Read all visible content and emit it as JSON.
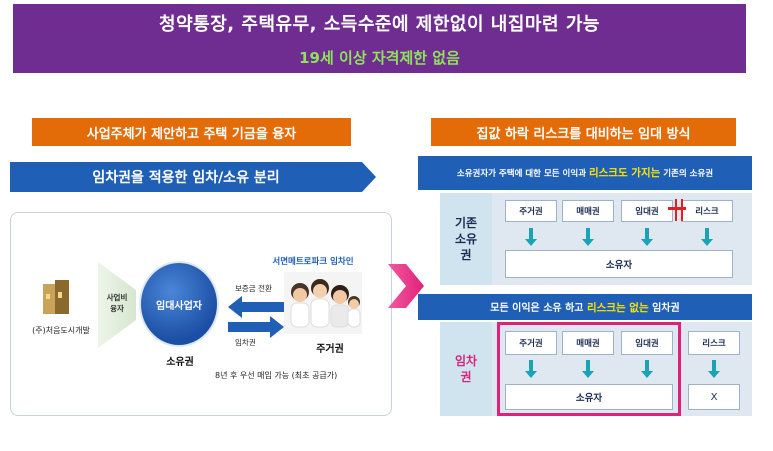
{
  "banner": {
    "title": "청약통장, 주택유무, 소득수준에 제한없이 내집마련 가능",
    "subtitle": "19세 이상 자격제한 없음"
  },
  "left": {
    "header": "사업주체가 제안하고 주택 기금을 융자",
    "subheader": "임차권을 적용한 임차/소유 분리",
    "company": "(주)처음도시개발",
    "funding": "사업비\n융자",
    "operator": "임대사업자",
    "owner": "소유권",
    "tenant_title": "서면메트로파크 임차인",
    "deposit_conversion": "보증금 전환",
    "rent_label": "임차권",
    "resident": "주거권",
    "note": "8년 후 우선 매입 가능 (최초 공급가)"
  },
  "right": {
    "header": "집값 하락 리스크를 대비하는 임대 방식",
    "top": {
      "desc_prefix": "소유권자가 주택에 대한 모든 이익과 ",
      "desc_highlight": "리스크도 가지는",
      "desc_suffix": " 기존의 소유권",
      "label": "기존\n소유\n권",
      "rights": [
        "주거권",
        "매매권",
        "임대권",
        "리스크"
      ],
      "owner": "소유자"
    },
    "bottom": {
      "desc_prefix": "모든 이익은 소유 하고 ",
      "desc_highlight": "리스크는 없는",
      "desc_suffix": " 임차권",
      "label": "임차\n권",
      "rights": [
        "주거권",
        "매매권",
        "임대권",
        "리스크"
      ],
      "owner": "소유자",
      "none": "X"
    }
  },
  "colors": {
    "banner": "#6f2c91",
    "accent_green": "#8fe35a",
    "orange": "#e36c09",
    "blue": "#1f5fb5",
    "pink": "#e0217a",
    "arrow": "#1aa3b5"
  }
}
